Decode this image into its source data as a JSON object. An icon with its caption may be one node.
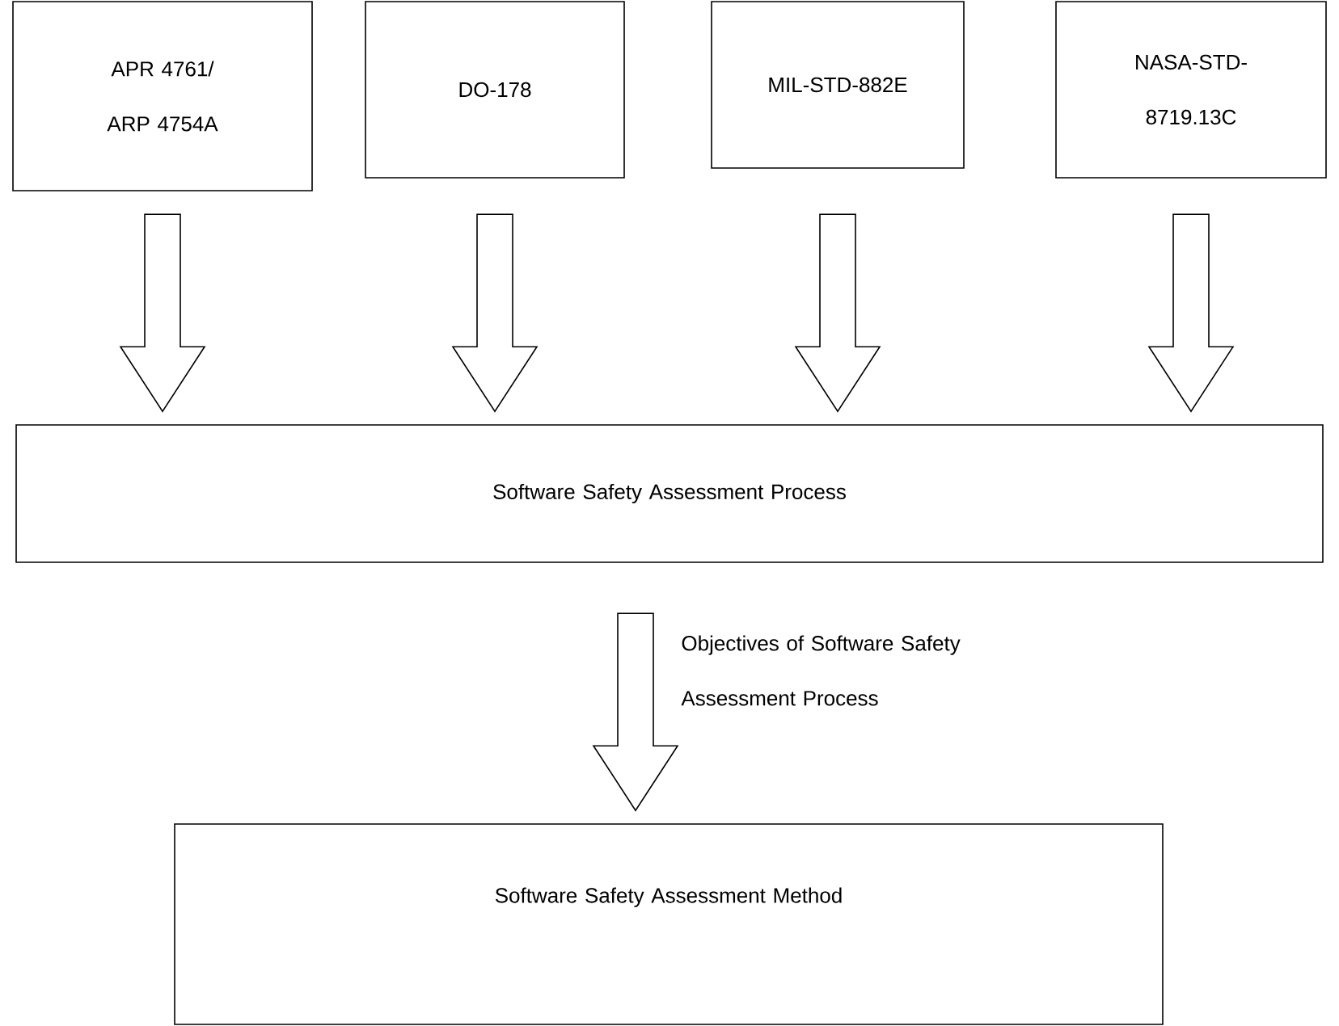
{
  "diagram": {
    "nodes": [
      {
        "text": [
          "APR 4761/ ARP 4754A"
        ]
      },
      {
        "text": [
          "DO-178"
        ]
      },
      {
        "text": [
          "MIL-STD-882E"
        ]
      },
      {
        "text": [
          "NASA-STD-8719.13C"
        ]
      },
      {
        "text": [
          "Software Safety Assessment Process"
        ]
      },
      {
        "text": [
          "Software Safety Assessment Method"
        ]
      }
    ],
    "edges": [
      {
        "from": 0,
        "to": 4,
        "arrow": "to"
      },
      {
        "from": 1,
        "to": 4,
        "arrow": "to"
      },
      {
        "from": 2,
        "to": 4,
        "arrow": "to"
      },
      {
        "from": 3,
        "to": 4,
        "arrow": "to"
      },
      {
        "from": 4,
        "to": 5,
        "arrow": "to",
        "label": "Objectives of Software Safety Assessment Process"
      }
    ]
  }
}
